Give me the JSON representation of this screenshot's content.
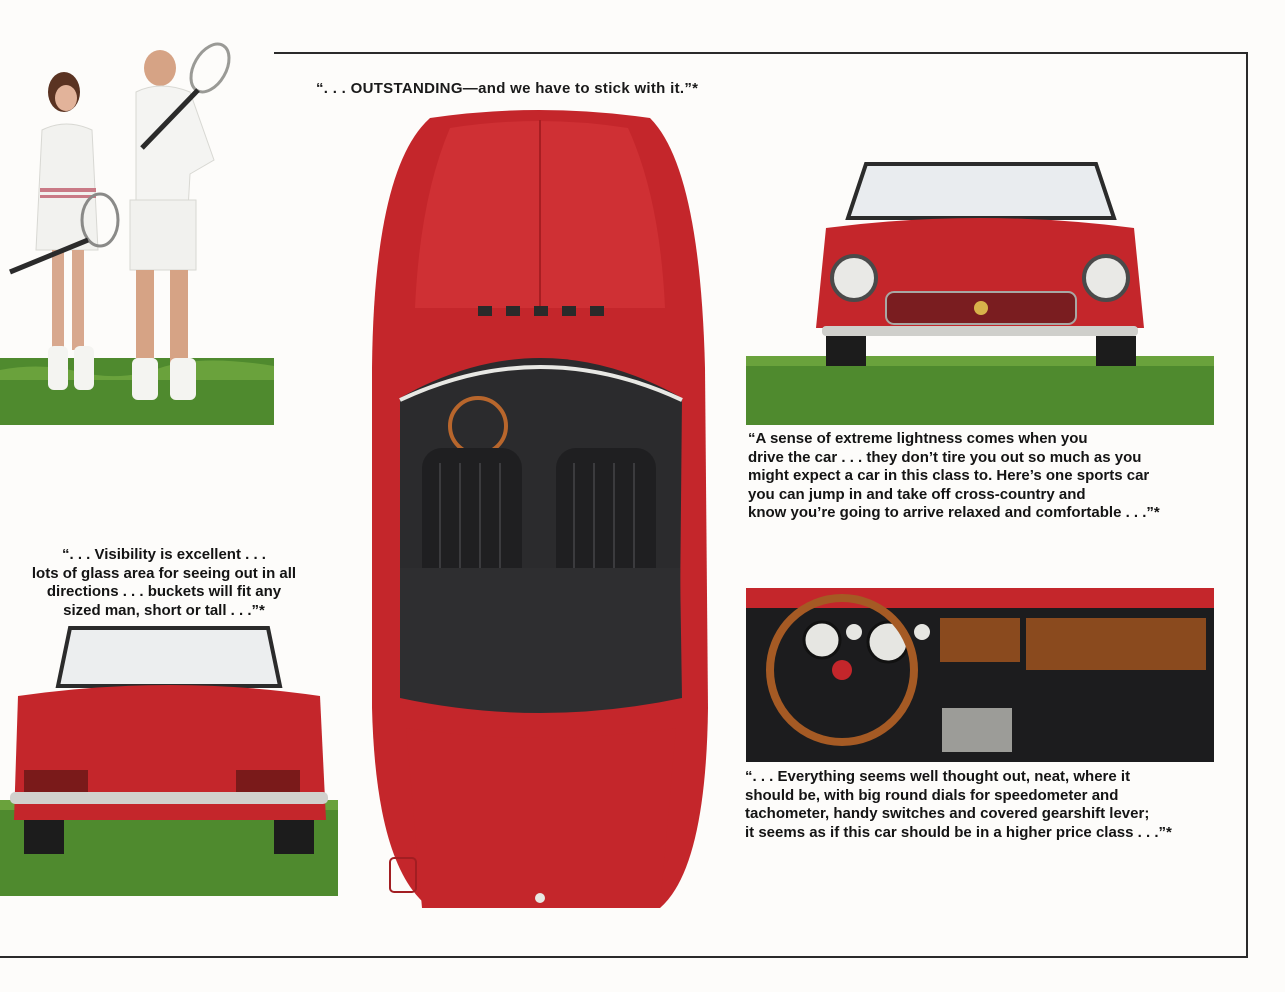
{
  "headline": "“. . . OUTSTANDING—and we have to stick with it.”*",
  "quotes": {
    "lightness": [
      "“A sense of extreme lightness comes when you",
      "drive the car . . . they don’t tire you out so much as you",
      "might expect a car in this class to. Here’s one sports car",
      "you can jump in and take off cross-country and",
      "know you’re going to arrive relaxed and comfortable . . .”*"
    ],
    "visibility": [
      "“. . . Visibility is excellent . . .",
      "lots of glass area for seeing out in all",
      "directions . . . buckets will fit any",
      "sized man, short or tall . . .”*"
    ],
    "everything": [
      "“. . . Everything seems well thought out, neat, where it",
      "should be, with big round dials for speedometer and",
      "tachometer, handy switches and covered gearshift lever;",
      "it seems as if this car should be in a higher price class . . .”*"
    ]
  },
  "colors": {
    "car_red": "#c4262b",
    "grass": "#4f8a2e",
    "upholstery": "#2b2b2d",
    "wood": "#8a4a1e"
  }
}
